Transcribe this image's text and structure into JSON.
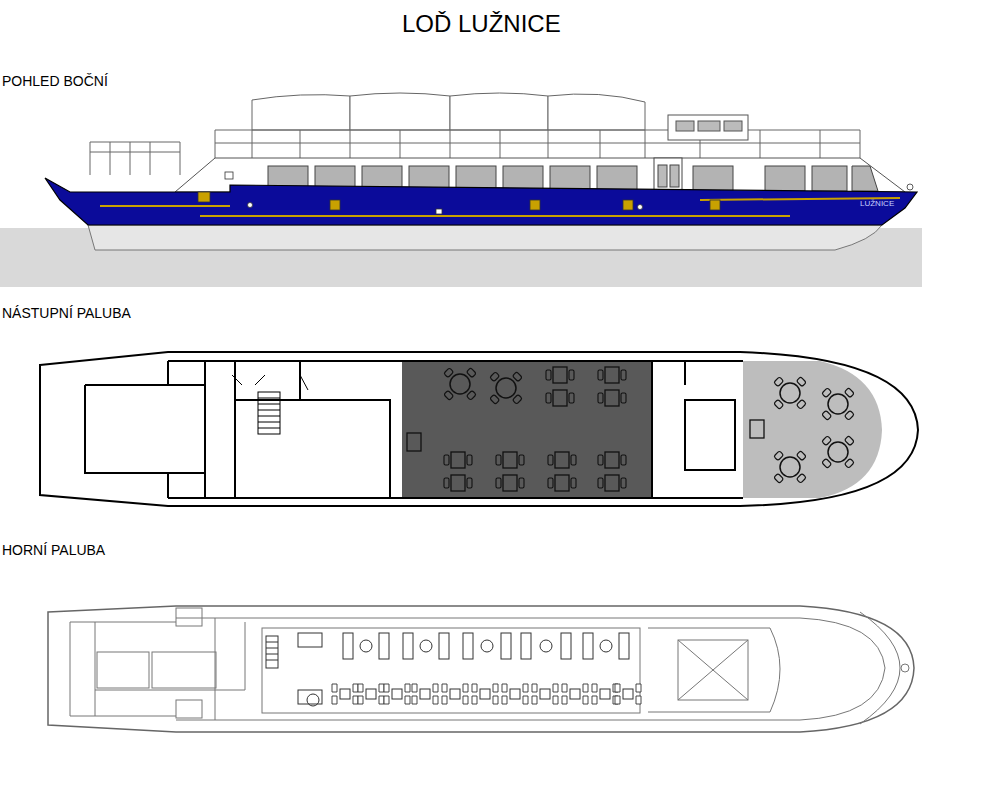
{
  "diagram": {
    "title": "LOĎ LUŽNICE",
    "labels": [
      "POHLED BOČNÍ",
      "NÁSTUPNÍ PALUBA",
      "HORNÍ PALUBA",
      "LUŽNICE"
    ]
  }
}
